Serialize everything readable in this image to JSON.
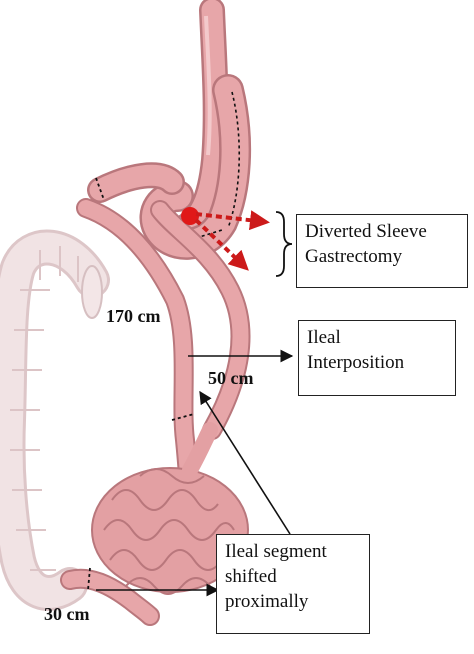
{
  "labels": {
    "box_sleeve": [
      "Diverted Sleeve",
      "Gastrectomy"
    ],
    "box_interposition": [
      "Ileal",
      "Interposition"
    ],
    "box_segment": [
      "Ileal segment",
      "shifted",
      "proximally"
    ],
    "dist_170": "170 cm",
    "dist_50": "50 cm",
    "dist_30": "30 cm"
  },
  "colors": {
    "tissue": "#e7a6a9",
    "tissue_edge": "#b9777c",
    "colon": "#efdfe0",
    "colon_edge": "#d7c1c3",
    "marker": "#d01818"
  }
}
